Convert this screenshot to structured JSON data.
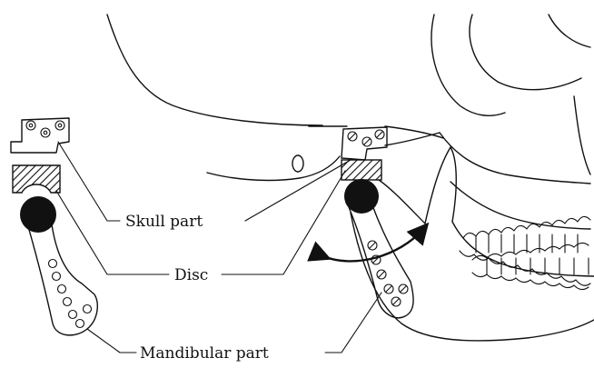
{
  "labels": {
    "skull_part": "Skull part",
    "disc": "Disc",
    "mandibular_part": "Mandibular part"
  },
  "colors": {
    "line": "#111111",
    "plate_fill": "#c8c8c8",
    "ball_fill": "#111111",
    "disc_hatch": "#111111",
    "background": "#ffffff"
  },
  "icons": {
    "motion_indicator": "curved-double-arrow-icon"
  }
}
